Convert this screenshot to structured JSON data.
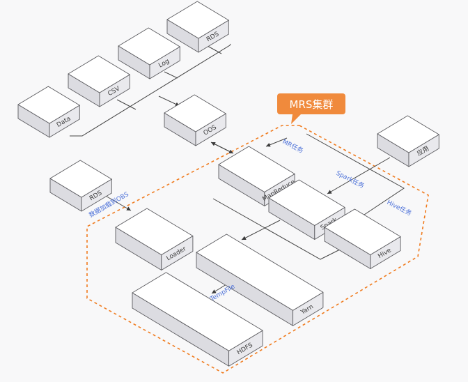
{
  "callout": {
    "label": "MRS集群",
    "color": "#f08a3c"
  },
  "colors": {
    "box_top": "#ffffff",
    "box_left": "#dcdce1",
    "box_right": "#e9e9ed",
    "edge": "#5a5a5e",
    "text": "#3a3a3a",
    "link_text": "#4a6fd8",
    "cluster": "#f07b1e"
  },
  "boxes": {
    "rds_top": "RDS",
    "log": "Log",
    "csv": "CSV",
    "data": "Data",
    "oos": "OOS",
    "rds_left": "RDS",
    "app": "应用",
    "mapreduce": "MapReduce",
    "spark": "Spark",
    "hive": "Hive",
    "loader": "Loader",
    "yarn": "Yarn",
    "hdfs": "HDFS"
  },
  "edge_labels": {
    "mr_task": "MR任务",
    "spark_task": "Spark任务",
    "hive_task": "Hive任务",
    "import_obs": "数据加载到OBS",
    "tempfile": "TempFile"
  }
}
